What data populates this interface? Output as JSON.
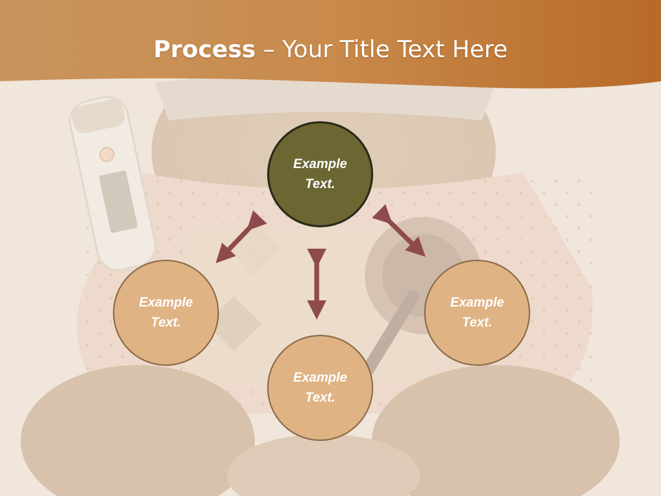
{
  "slide": {
    "title_bold": "Process",
    "title_rest": " – Your Title Text Here"
  },
  "nodes": {
    "top": "Example Text.",
    "left": "Example Text.",
    "right": "Example Text.",
    "bottom": "Example Text."
  },
  "colors": {
    "header_band": "#c98948",
    "top_circle": "#6b6632",
    "other_circles": "#dfb384",
    "arrows": "#8f4b4b"
  },
  "background": {
    "description_icon": "teddy-bear-thermometer-stethoscope-photo"
  }
}
